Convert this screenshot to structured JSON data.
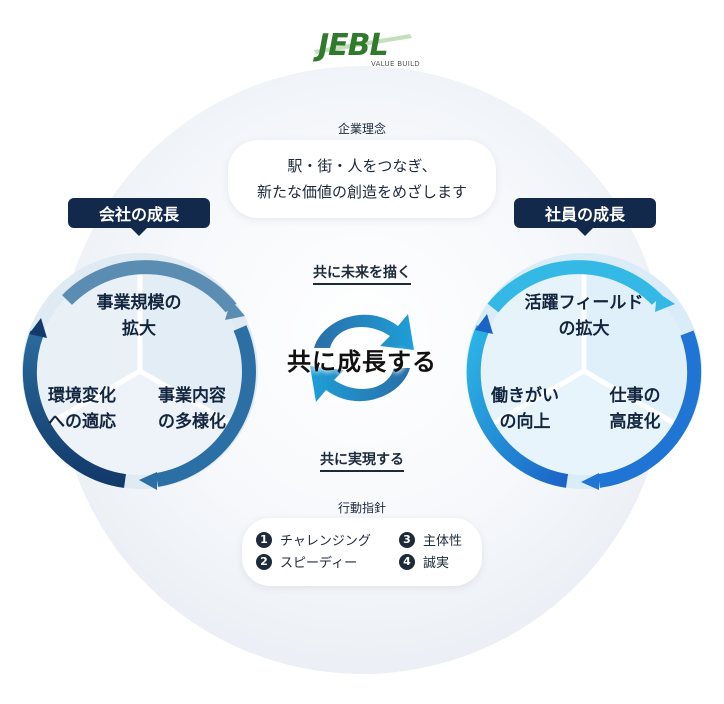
{
  "logo": {
    "name": "JEBL",
    "tagline": "VALUE BUILD"
  },
  "philosophy": {
    "title": "企業理念",
    "line1": "駅・街・人をつなぎ、",
    "line2": "新たな価値の創造をめざします"
  },
  "center": {
    "top_label": "共に未来を描く",
    "main": "共に成長する",
    "bottom_label": "共に実現する"
  },
  "company_growth": {
    "title": "会社の成長",
    "segments": [
      {
        "line1": "事業規模の",
        "line2": "拡大"
      },
      {
        "line1": "環境変化",
        "line2": "への適応"
      },
      {
        "line1": "事業内容",
        "line2": "の多様化"
      }
    ]
  },
  "employee_growth": {
    "title": "社員の成長",
    "segments": [
      {
        "line1": "活躍フィールド",
        "line2": "の拡大"
      },
      {
        "line1": "働きがい",
        "line2": "の向上"
      },
      {
        "line1": "仕事の",
        "line2": "高度化"
      }
    ]
  },
  "guidelines": {
    "title": "行動指針",
    "items": [
      {
        "num": "1",
        "label": "チャレンジング"
      },
      {
        "num": "2",
        "label": "スピーディー"
      },
      {
        "num": "3",
        "label": "主体性"
      },
      {
        "num": "4",
        "label": "誠実"
      }
    ]
  },
  "colors": {
    "navy": "#13294b",
    "company_ring": "#1f5f92",
    "employee_ring": "#1e88d6",
    "logo_green": "#2f7a2c"
  }
}
